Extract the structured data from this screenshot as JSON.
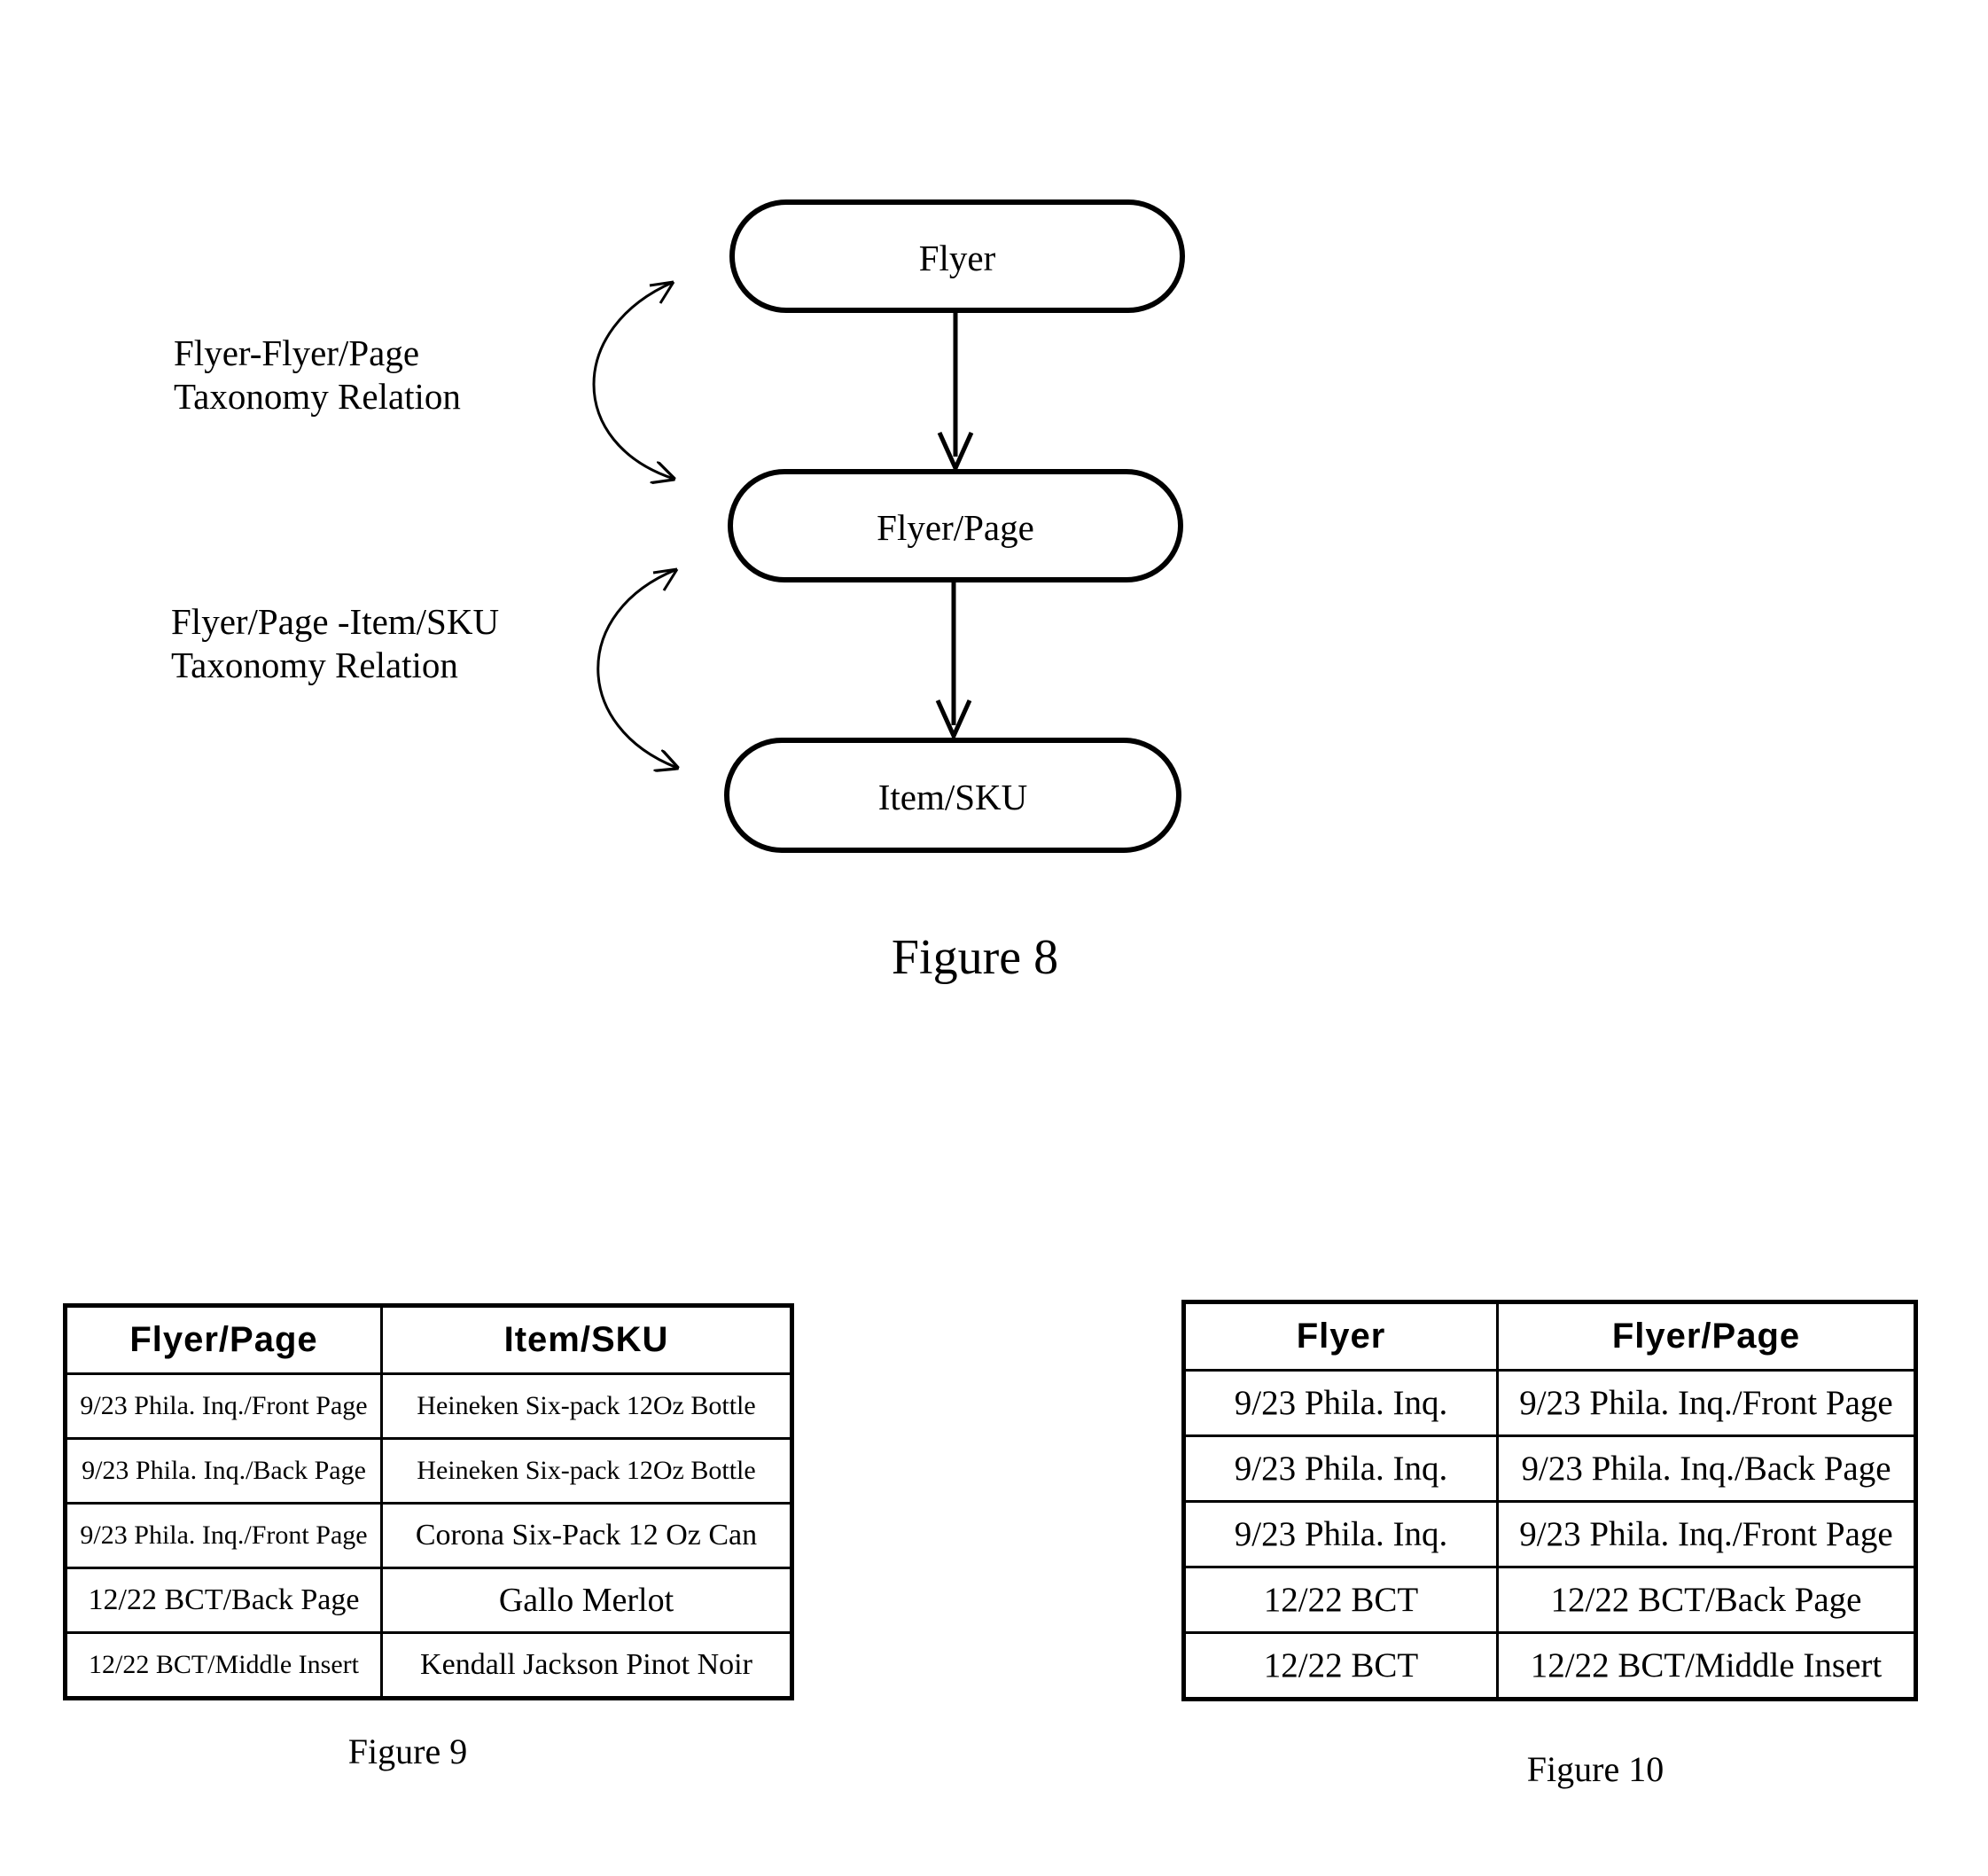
{
  "figure8": {
    "nodes": {
      "flyer": "Flyer",
      "flyer_page": "Flyer/Page",
      "item_sku": "Item/SKU"
    },
    "relations": {
      "top": {
        "line1": "Flyer-Flyer/Page",
        "line2": "Taxonomy Relation"
      },
      "bottom": {
        "line1": "Flyer/Page -Item/SKU",
        "line2": "Taxonomy Relation"
      }
    },
    "caption": "Figure 8"
  },
  "figure9": {
    "headers": [
      "Flyer/Page",
      "Item/SKU"
    ],
    "rows": [
      [
        "9/23 Phila. Inq./Front Page",
        "Heineken Six-pack 12Oz Bottle"
      ],
      [
        "9/23 Phila. Inq./Back Page",
        "Heineken Six-pack 12Oz Bottle"
      ],
      [
        "9/23 Phila. Inq./Front Page",
        "Corona Six-Pack 12 Oz Can"
      ],
      [
        "12/22 BCT/Back Page",
        "Gallo Merlot"
      ],
      [
        "12/22 BCT/Middle Insert",
        "Kendall Jackson Pinot Noir"
      ]
    ],
    "caption": "Figure 9"
  },
  "figure10": {
    "headers": [
      "Flyer",
      "Flyer/Page"
    ],
    "rows": [
      [
        "9/23 Phila. Inq.",
        "9/23 Phila. Inq./Front Page"
      ],
      [
        "9/23 Phila. Inq.",
        "9/23 Phila. Inq./Back Page"
      ],
      [
        "9/23 Phila. Inq.",
        "9/23 Phila. Inq./Front Page"
      ],
      [
        "12/22 BCT",
        "12/22 BCT/Back Page"
      ],
      [
        "12/22 BCT",
        "12/22 BCT/Middle Insert"
      ]
    ],
    "caption": "Figure 10"
  }
}
